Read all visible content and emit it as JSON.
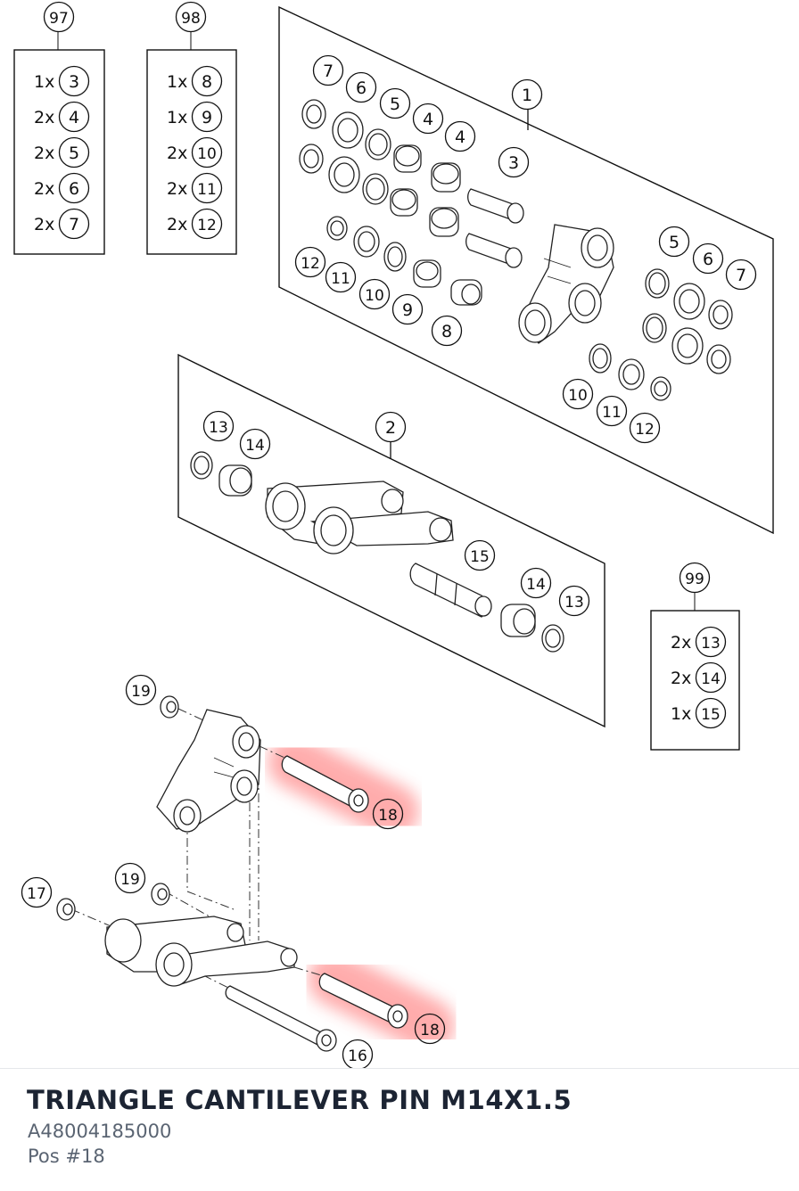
{
  "diagram": {
    "callouts": [
      {
        "id": "c1",
        "label": "1"
      },
      {
        "id": "c2",
        "label": "2"
      },
      {
        "id": "c3",
        "label": "3"
      },
      {
        "id": "c4a",
        "label": "4"
      },
      {
        "id": "c4b",
        "label": "4"
      },
      {
        "id": "c5a",
        "label": "5"
      },
      {
        "id": "c6a",
        "label": "6"
      },
      {
        "id": "c7a",
        "label": "7"
      },
      {
        "id": "c5b",
        "label": "5"
      },
      {
        "id": "c6b",
        "label": "6"
      },
      {
        "id": "c7b",
        "label": "7"
      },
      {
        "id": "c12a",
        "label": "12"
      },
      {
        "id": "c11a",
        "label": "11"
      },
      {
        "id": "c10a",
        "label": "10"
      },
      {
        "id": "c9",
        "label": "9"
      },
      {
        "id": "c8",
        "label": "8"
      },
      {
        "id": "c10b",
        "label": "10"
      },
      {
        "id": "c11b",
        "label": "11"
      },
      {
        "id": "c12b",
        "label": "12"
      },
      {
        "id": "c13a",
        "label": "13"
      },
      {
        "id": "c14a",
        "label": "14"
      },
      {
        "id": "c15",
        "label": "15"
      },
      {
        "id": "c14b",
        "label": "14"
      },
      {
        "id": "c13b",
        "label": "13"
      },
      {
        "id": "c19a",
        "label": "19"
      },
      {
        "id": "c19b",
        "label": "19"
      },
      {
        "id": "c17",
        "label": "17"
      },
      {
        "id": "c16",
        "label": "16"
      },
      {
        "id": "c18a",
        "label": "18"
      },
      {
        "id": "c18b",
        "label": "18"
      }
    ],
    "kits": [
      {
        "id": "k97",
        "label": "97",
        "rows": [
          {
            "qty": "1x",
            "part": "3"
          },
          {
            "qty": "2x",
            "part": "4"
          },
          {
            "qty": "2x",
            "part": "5"
          },
          {
            "qty": "2x",
            "part": "6"
          },
          {
            "qty": "2x",
            "part": "7"
          }
        ]
      },
      {
        "id": "k98",
        "label": "98",
        "rows": [
          {
            "qty": "1x",
            "part": "8"
          },
          {
            "qty": "1x",
            "part": "9"
          },
          {
            "qty": "2x",
            "part": "10"
          },
          {
            "qty": "2x",
            "part": "11"
          },
          {
            "qty": "2x",
            "part": "12"
          }
        ]
      },
      {
        "id": "k99",
        "label": "99",
        "rows": [
          {
            "qty": "2x",
            "part": "13"
          },
          {
            "qty": "2x",
            "part": "14"
          },
          {
            "qty": "1x",
            "part": "15"
          }
        ]
      }
    ],
    "highlight_color": "#ff6b6b"
  },
  "footer": {
    "title": "TRIANGLE CANTILEVER PIN M14X1.5",
    "part_number": "A48004185000",
    "position": "Pos #18"
  }
}
